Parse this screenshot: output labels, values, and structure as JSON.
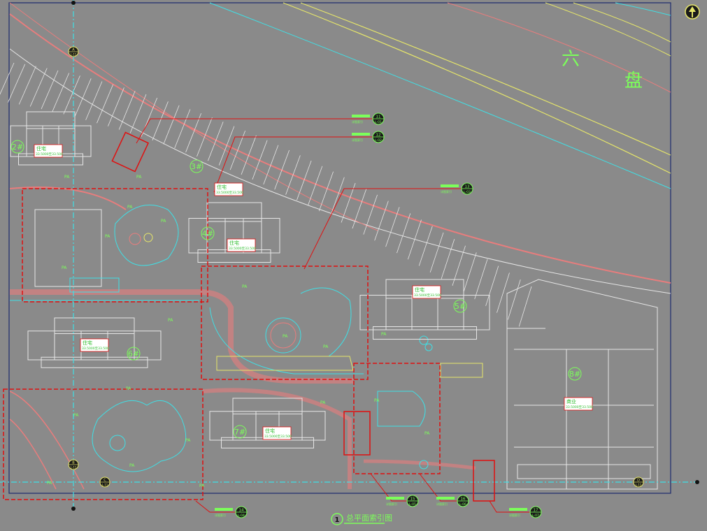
{
  "colors": {
    "background": "#8a8a8a",
    "frame": "#1c2a6e",
    "axis": "#3fe0e6",
    "building": "#e6e6e6",
    "road_red": "#e87d7d",
    "road_yellow": "#e6e66a",
    "callout": "#e01010",
    "text_green": "#7cff5a",
    "label_fill": "#ffffff",
    "label_border": "#e01010"
  },
  "road_name": [
    "六",
    "盘"
  ],
  "north_arrow": "north-arrow-icon",
  "title": {
    "number": "1",
    "text": "总平面索引图"
  },
  "building_numbers": [
    "2#",
    "3#",
    "4#",
    "5#",
    "6#",
    "7#",
    "8#"
  ],
  "building_labels": [
    {
      "name": "住宅",
      "sub": "33.5000至33.500"
    },
    {
      "name": "住宅",
      "sub": "33.5000至33.500"
    },
    {
      "name": "住宅",
      "sub": "33.5000至33.500"
    },
    {
      "name": "住宅",
      "sub": "33.5000至33.500"
    },
    {
      "name": "住宅",
      "sub": "33.5000至33.500"
    },
    {
      "name": "住宅",
      "sub": "33.5000至33.500"
    },
    {
      "name": "商业",
      "sub": "33.5000至33.500"
    }
  ],
  "pa_tag": "PA",
  "callouts": [
    {
      "top": "11",
      "bottom": "L-01",
      "caption": "详图索引"
    },
    {
      "top": "12",
      "bottom": "L-02",
      "caption": "详图索引"
    },
    {
      "top": "13",
      "bottom": "L-03",
      "caption": "详图索引"
    },
    {
      "top": "14",
      "bottom": "L-04",
      "caption": "详图索引"
    },
    {
      "top": "15",
      "bottom": "L-05",
      "caption": "详图索引"
    },
    {
      "top": "16",
      "bottom": "L-06",
      "caption": "详图索引"
    },
    {
      "top": "17",
      "bottom": "L-07",
      "caption": "详图索引"
    }
  ],
  "axis_marks": [
    {
      "top": "A",
      "bottom": "L-11"
    },
    {
      "top": "B",
      "bottom": "L-11"
    },
    {
      "top": "C",
      "bottom": "L-11"
    },
    {
      "top": "D",
      "bottom": "L-11"
    }
  ]
}
